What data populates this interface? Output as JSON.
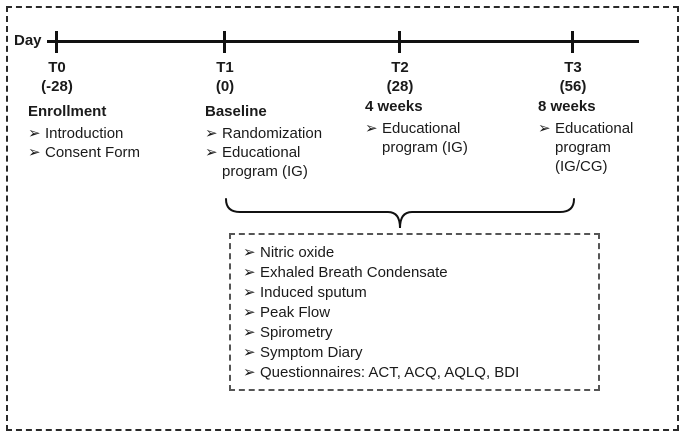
{
  "colors": {
    "ink": "#1a1a1a",
    "line": "#111111",
    "background": "#ffffff"
  },
  "icons": {
    "bullet": "➢"
  },
  "timeline": {
    "axis_label": "Day",
    "points": [
      {
        "code": "T0",
        "day": "(-28)",
        "title": "Enrollment",
        "items": [
          "Introduction",
          "Consent Form"
        ]
      },
      {
        "code": "T1",
        "day": "(0)",
        "title": "Baseline",
        "items": [
          "Randomization",
          "Educational program (IG)"
        ]
      },
      {
        "code": "T2",
        "day": "(28)",
        "title": "4 weeks",
        "items": [
          "Educational program (IG)"
        ]
      },
      {
        "code": "T3",
        "day": "(56)",
        "title": "8 weeks",
        "items": [
          "Educational program (IG/CG)"
        ]
      }
    ]
  },
  "assessments": {
    "items": [
      "Nitric oxide",
      "Exhaled Breath Condensate",
      "Induced sputum",
      "Peak Flow",
      "Spirometry",
      "Symptom Diary",
      "Questionnaires: ACT, ACQ, AQLQ, BDI"
    ]
  }
}
